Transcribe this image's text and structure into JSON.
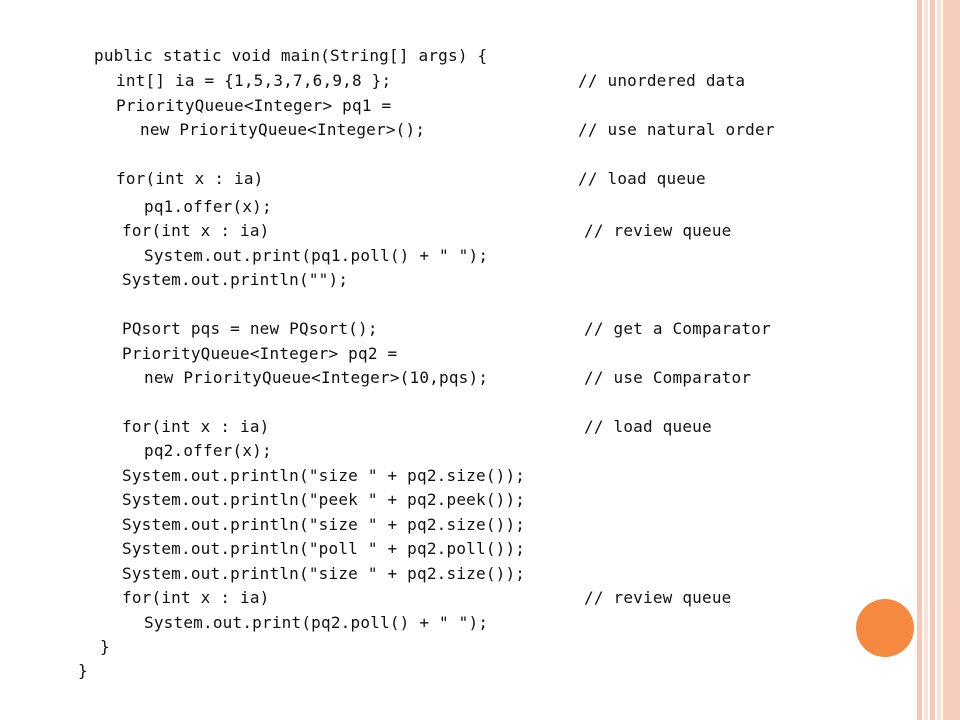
{
  "code": {
    "lines": [
      "public static void main(String[] args) {",
      "int[] ia = {1,5,3,7,6,9,8 };",
      "PriorityQueue<Integer> pq1 =",
      "new PriorityQueue<Integer>();",
      "for(int x : ia)",
      "pq1.offer(x);",
      "for(int x : ia)",
      "System.out.print(pq1.poll() + \" \");",
      "System.out.println(\"\");",
      "PQsort pqs = new PQsort();",
      "PriorityQueue<Integer> pq2 =",
      "new PriorityQueue<Integer>(10,pqs);",
      "for(int x : ia)",
      "pq2.offer(x);",
      "System.out.println(\"size \" + pq2.size());",
      "System.out.println(\"peek \" + pq2.peek());",
      "System.out.println(\"size \" + pq2.size());",
      "System.out.println(\"poll \" + pq2.poll());",
      "System.out.println(\"size \" + pq2.size());",
      "for(int x : ia)",
      "System.out.print(pq2.poll() + \" \");",
      "}",
      "}"
    ],
    "comments": [
      "// unordered data",
      "// use natural order",
      "// load queue",
      "// review queue",
      "// get a Comparator",
      "// use Comparator",
      "// load queue",
      "// review queue"
    ]
  },
  "decor": {
    "accent_color": "#f5893f",
    "border_color": "#f6c7b4"
  }
}
